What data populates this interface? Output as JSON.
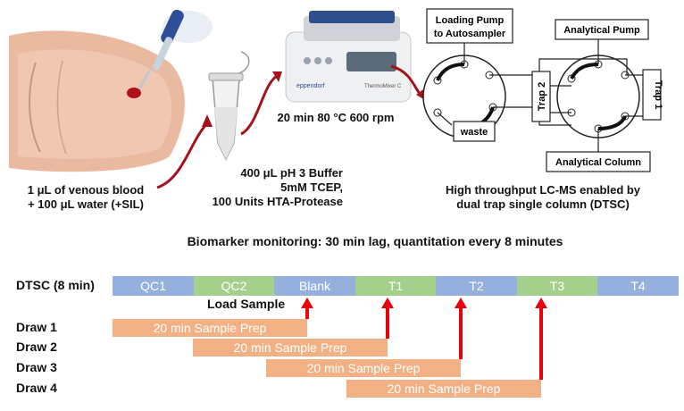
{
  "top": {
    "blood_caption_line1": "1 μL of venous blood",
    "blood_caption_line2": "+ 100 μL water (+SIL)",
    "buffer_line1": "400 μL pH 3 Buffer",
    "buffer_line2": "5mM TCEP,",
    "buffer_line3": "100 Units HTA-Protease",
    "incubation": "20 min 80 °C 600 rpm",
    "device_brand": "eppendorf",
    "device_model": "ThermoMixer C",
    "lcms_line1": "High throughput LC-MS enabled by",
    "lcms_line2": "dual trap single column (DTSC)"
  },
  "valve": {
    "loading_pump_line1": "Loading Pump",
    "loading_pump_line2": "to Autosampler",
    "waste": "waste",
    "trap2": "Trap 2",
    "analytical_pump": "Analytical Pump",
    "trap1": "Trap 1",
    "analytical_column": "Analytical Column"
  },
  "timeline": {
    "heading": "Biomarker monitoring: 30 min lag, quantitation every 8 minutes",
    "dtsc_label": "DTSC (8 min)",
    "segments": [
      {
        "label": "QC1",
        "color": "#95b0dd"
      },
      {
        "label": "QC2",
        "color": "#a5d08b"
      },
      {
        "label": "Blank",
        "color": "#95b0dd"
      },
      {
        "label": "T1",
        "color": "#a5d08b"
      },
      {
        "label": "T2",
        "color": "#95b0dd"
      },
      {
        "label": "T3",
        "color": "#a5d08b"
      },
      {
        "label": "T4",
        "color": "#95b0dd"
      }
    ],
    "load_sample": "Load Sample",
    "draws": [
      {
        "label": "Draw 1",
        "bar": "20 min Sample Prep"
      },
      {
        "label": "Draw 2",
        "bar": "20 min Sample Prep"
      },
      {
        "label": "Draw 3",
        "bar": "20 min Sample Prep"
      },
      {
        "label": "Draw 4",
        "bar": "20 min Sample Prep"
      }
    ]
  },
  "colors": {
    "arrow_red": "#e8000b",
    "dark_red_curve": "#a3141a",
    "prep_bar": "#f2b184"
  }
}
